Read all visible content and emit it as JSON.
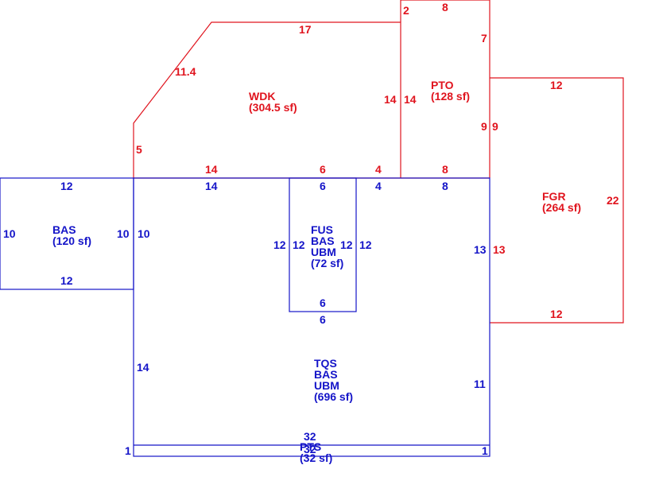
{
  "colors": {
    "red": "#e0141e",
    "blue": "#1414c8",
    "background": "#ffffff"
  },
  "areas": {
    "wdk": {
      "code": "WDK",
      "size": "(304.5 sf)"
    },
    "pto": {
      "code": "PTO",
      "size": "(128 sf)"
    },
    "fgr": {
      "code": "FGR",
      "size": "(264 sf)"
    },
    "bas": {
      "code": "BAS",
      "size": "(120 sf)"
    },
    "fus": {
      "line1": "FUS",
      "line2": "BAS",
      "line3": "UBM",
      "size": "(72 sf)"
    },
    "tqs": {
      "line1": "TQS",
      "line2": "BAS",
      "line3": "UBM",
      "size": "(696 sf)"
    },
    "pts": {
      "code": "PTS",
      "size": "(32 sf)"
    }
  },
  "dimensions": {
    "wdk_top": "17",
    "wdk_diag": "11.4",
    "wdk_left": "5",
    "wdk_bottom": "14",
    "wdk_bottom_mid": "6",
    "wdk_bottom_right": "4",
    "wdk_right": "14",
    "pto_top": "8",
    "pto_top_left": "2",
    "pto_right_top": "7",
    "pto_left": "14",
    "pto_right": "9",
    "pto_bottom": "8",
    "fgr_left": "9",
    "fgr_top": "12",
    "fgr_right": "22",
    "fgr_bottom": "12",
    "fgr_lower_left": "13",
    "bas_top": "12",
    "bas_left": "10",
    "bas_right": "10",
    "bas_bottom": "12",
    "tqs_top_left": "14",
    "tqs_top_mid": "6",
    "tqs_top_mid2": "4",
    "tqs_top_right": "8",
    "tqs_left_top": "10",
    "tqs_left": "14",
    "tqs_right_top": "13",
    "tqs_right": "11",
    "fus_left_out": "12",
    "fus_left_in": "12",
    "fus_right_in": "12",
    "fus_right_out": "12",
    "fus_bottom_in": "6",
    "fus_bottom_out": "6",
    "pts_top": "32",
    "pts_bottom": "32",
    "pts_left": "1",
    "pts_right": "1"
  }
}
